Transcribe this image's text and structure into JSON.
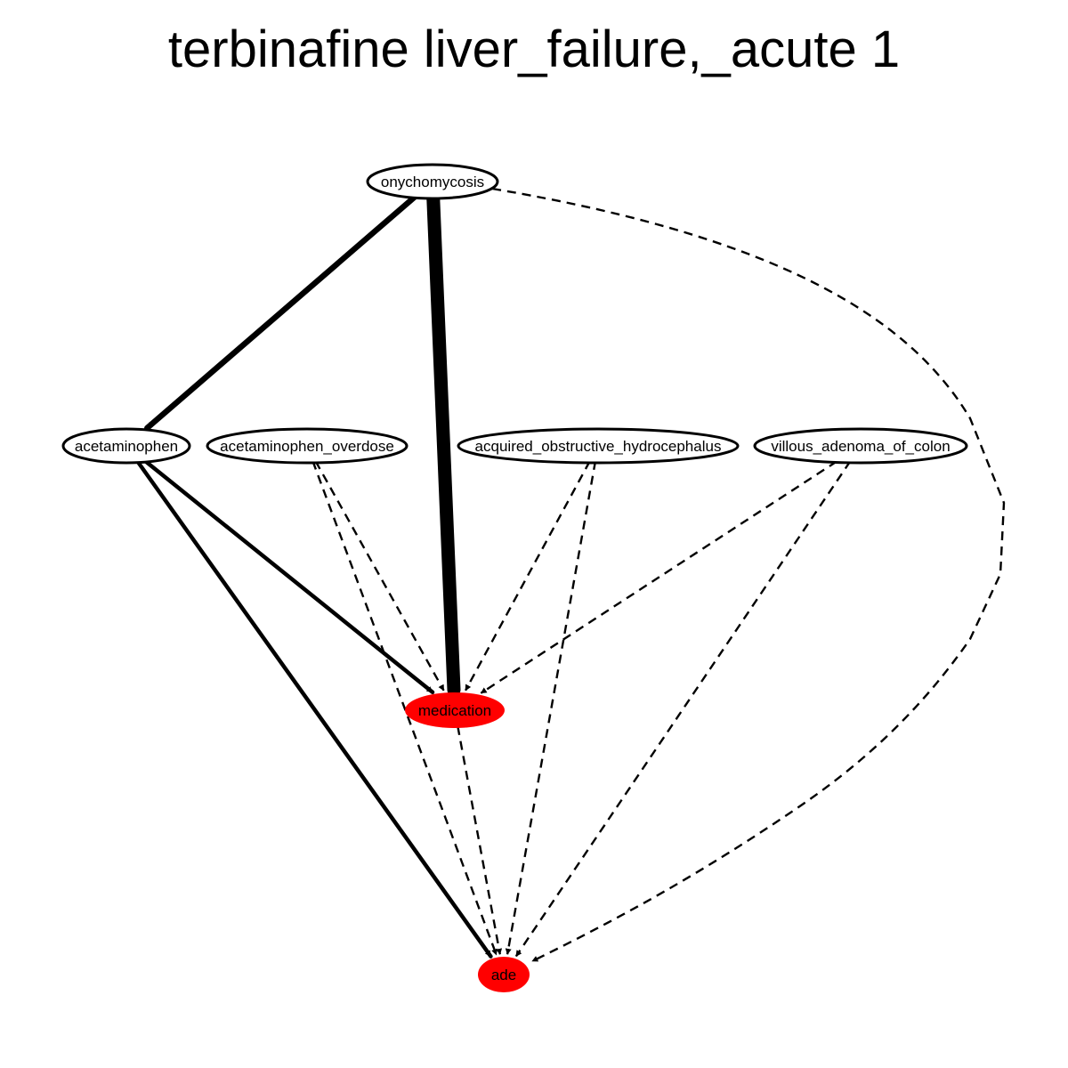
{
  "title": "terbinafine liver_failure,_acute 1",
  "colors": {
    "highlight": "#ff0000",
    "normal": "#ffffff",
    "stroke": "#000000"
  },
  "nodes": [
    {
      "id": "onychomycosis",
      "label": "onychomycosis",
      "highlighted": false
    },
    {
      "id": "acetaminophen",
      "label": "acetaminophen",
      "highlighted": false
    },
    {
      "id": "acetaminophen_overdose",
      "label": "acetaminophen_overdose",
      "highlighted": false
    },
    {
      "id": "acquired_obstructive_hydrocephalus",
      "label": "acquired_obstructive_hydrocephalus",
      "highlighted": false
    },
    {
      "id": "villous_adenoma_of_colon",
      "label": "villous_adenoma_of_colon",
      "highlighted": false
    },
    {
      "id": "medication",
      "label": "medication",
      "highlighted": true
    },
    {
      "id": "ade",
      "label": "ade",
      "highlighted": true
    }
  ],
  "edges": [
    {
      "from": "onychomycosis",
      "to": "acetaminophen",
      "style": "solid",
      "weight": 3
    },
    {
      "from": "onychomycosis",
      "to": "medication",
      "style": "solid",
      "weight": 5
    },
    {
      "from": "onychomycosis",
      "to": "ade",
      "style": "dashed",
      "weight": 1
    },
    {
      "from": "acetaminophen",
      "to": "medication",
      "style": "solid",
      "weight": 2
    },
    {
      "from": "acetaminophen",
      "to": "ade",
      "style": "solid",
      "weight": 2
    },
    {
      "from": "acetaminophen_overdose",
      "to": "medication",
      "style": "dashed",
      "weight": 1
    },
    {
      "from": "acetaminophen_overdose",
      "to": "ade",
      "style": "dashed",
      "weight": 1
    },
    {
      "from": "acquired_obstructive_hydrocephalus",
      "to": "medication",
      "style": "dashed",
      "weight": 1
    },
    {
      "from": "acquired_obstructive_hydrocephalus",
      "to": "ade",
      "style": "dashed",
      "weight": 1
    },
    {
      "from": "villous_adenoma_of_colon",
      "to": "medication",
      "style": "dashed",
      "weight": 1
    },
    {
      "from": "villous_adenoma_of_colon",
      "to": "ade",
      "style": "dashed",
      "weight": 1
    },
    {
      "from": "medication",
      "to": "ade",
      "style": "dashed",
      "weight": 1
    }
  ]
}
